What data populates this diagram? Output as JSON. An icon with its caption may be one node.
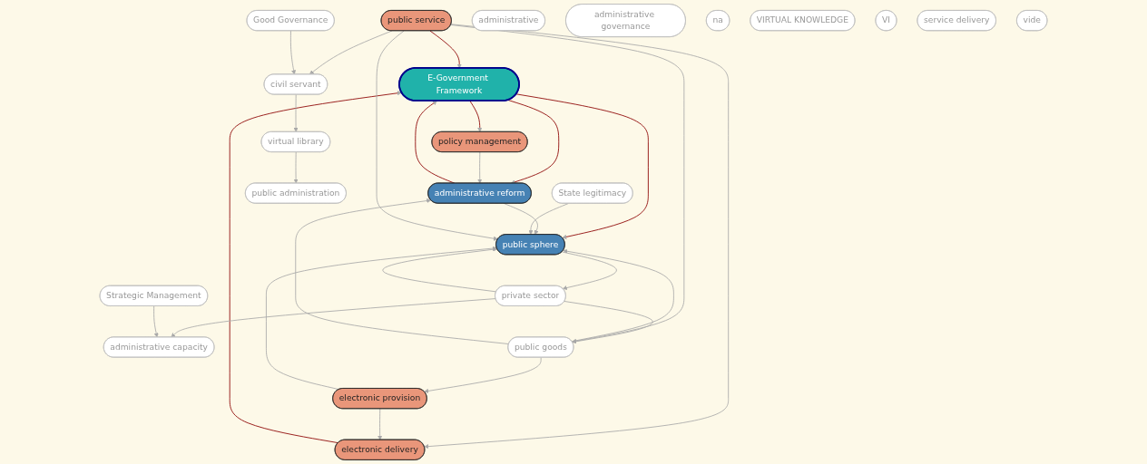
{
  "diagram": {
    "nodes": [
      {
        "text": [
          "private sector"
        ]
      },
      {
        "text": [
          "Strategic Management"
        ]
      },
      {
        "text": [
          "policy management"
        ]
      },
      {
        "text": [
          "E-Government Framework"
        ]
      },
      {
        "text": [
          "administrative capacity"
        ]
      },
      {
        "text": [
          "administrative"
        ]
      },
      {
        "text": [
          "public administration"
        ]
      },
      {
        "text": [
          "administrative governance"
        ]
      },
      {
        "text": [
          "administrative reform"
        ]
      },
      {
        "text": [
          "public sphere"
        ]
      },
      {
        "text": [
          "na"
        ]
      },
      {
        "text": [
          "electronic provision"
        ]
      },
      {
        "text": [
          "VIRTUAL KNOWLEDGE"
        ]
      },
      {
        "text": [
          "public goods"
        ]
      },
      {
        "text": [
          "State legitimacy"
        ]
      },
      {
        "text": [
          "virtual library"
        ]
      },
      {
        "text": [
          "VI"
        ]
      },
      {
        "text": [
          "service delivery"
        ]
      },
      {
        "text": [
          "public service"
        ]
      },
      {
        "text": [
          "civil servant"
        ]
      },
      {
        "text": [
          "electronic delivery"
        ]
      },
      {
        "text": [
          "Good Governance"
        ]
      },
      {
        "text": [
          "vide"
        ]
      }
    ],
    "edges": [
      {
        "from": 3,
        "to": 2,
        "arrow": "to",
        "color": "#8b0000"
      },
      {
        "from": 3,
        "to": 8,
        "arrow": "to",
        "color": "#8b0000"
      },
      {
        "from": 8,
        "to": 3,
        "arrow": "to",
        "color": "#8b0000"
      },
      {
        "from": 3,
        "to": 9,
        "arrow": "to",
        "color": "#8b0000"
      },
      {
        "from": 20,
        "to": 3,
        "arrow": "to",
        "color": "#8b0000"
      },
      {
        "from": 18,
        "to": 3,
        "arrow": "to",
        "color": "#8b0000"
      },
      {
        "from": 0,
        "to": 4,
        "arrow": "to"
      },
      {
        "from": 1,
        "to": 4,
        "arrow": "to"
      },
      {
        "from": 2,
        "to": 8,
        "arrow": "to"
      },
      {
        "from": 9,
        "to": 0,
        "arrow": "to"
      },
      {
        "from": 0,
        "to": 9,
        "arrow": "to"
      },
      {
        "from": 0,
        "to": 13,
        "arrow": "to"
      },
      {
        "from": 15,
        "to": 6,
        "arrow": "to"
      },
      {
        "from": 8,
        "to": 9,
        "arrow": "to"
      },
      {
        "from": 11,
        "to": 9,
        "arrow": "to"
      },
      {
        "from": 13,
        "to": 9,
        "arrow": "to"
      },
      {
        "from": 13,
        "to": 8,
        "arrow": "to"
      },
      {
        "from": 13,
        "to": 11,
        "arrow": "to"
      },
      {
        "from": 14,
        "to": 9,
        "arrow": "to"
      },
      {
        "from": 18,
        "to": 9,
        "arrow": "to"
      },
      {
        "from": 18,
        "to": 13,
        "arrow": "to"
      },
      {
        "from": 18,
        "to": 20,
        "arrow": "to"
      },
      {
        "from": 11,
        "to": 20,
        "arrow": "to"
      },
      {
        "from": 18,
        "to": 19,
        "arrow": "to"
      },
      {
        "from": 21,
        "to": 19,
        "arrow": "to"
      },
      {
        "from": 19,
        "to": 15,
        "arrow": "to"
      }
    ]
  }
}
